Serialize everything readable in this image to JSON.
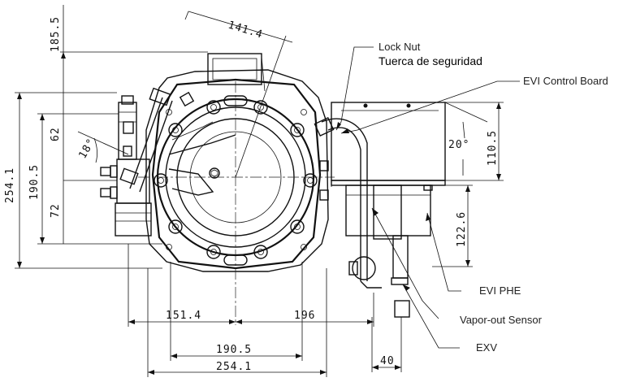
{
  "dimensions": {
    "top_height": "185.5",
    "angle_dim": "141.4",
    "left_total": "254.1",
    "left_mid": "190.5",
    "left_upper": "62",
    "left_lower": "72",
    "left_angle": "18°",
    "right_angle": "20°",
    "right_upper": "110.5",
    "right_lower": "122.6",
    "bottom_left": "151.4",
    "bottom_right": "196",
    "bottom_mid": "190.5",
    "bottom_total": "254.1",
    "bottom_small": "40"
  },
  "callouts": {
    "lock_nut": "Lock Nut",
    "lock_nut_es": "Tuerca de seguridad",
    "evi_board": "EVI Control Board",
    "evi_phe": "EVI PHE",
    "vapor_sensor": "Vapor-out Sensor",
    "exv": "EXV"
  }
}
